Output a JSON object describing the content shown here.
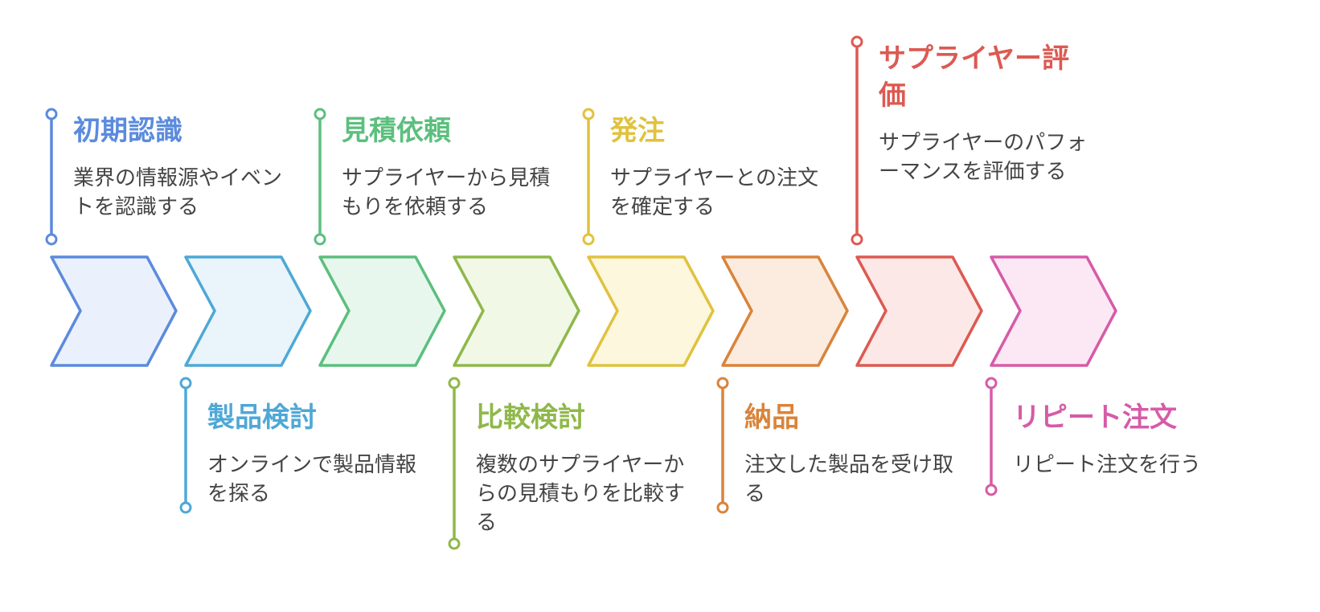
{
  "steps": [
    {
      "title": "初期認識",
      "description": "業界の情報源やイベントを認識する",
      "color": "#5b8bdd",
      "fill": "#ebf1fc",
      "side": "top"
    },
    {
      "title": "製品検討",
      "description": "オンラインで製品情報を探る",
      "color": "#4ea8d6",
      "fill": "#e9f4fb",
      "side": "bottom"
    },
    {
      "title": "見積依頼",
      "description": "サプライヤーから見積もりを依頼する",
      "color": "#5cbf7e",
      "fill": "#e8f7ed",
      "side": "top"
    },
    {
      "title": "比較検討",
      "description": "複数のサプライヤーからの見積もりを比較する",
      "color": "#8fb84a",
      "fill": "#f2f8e6",
      "side": "bottom"
    },
    {
      "title": "発注",
      "description": "サプライヤーとの注文を確定する",
      "color": "#e0c23e",
      "fill": "#fcf7dd",
      "side": "top"
    },
    {
      "title": "納品",
      "description": "注文した製品を受け取る",
      "color": "#d9843b",
      "fill": "#fcece0",
      "side": "bottom"
    },
    {
      "title": "サプライヤー評価",
      "description": "サプライヤーのパフォーマンスを評価する",
      "color": "#dc5a52",
      "fill": "#fce8e7",
      "side": "top"
    },
    {
      "title": "リピート注文",
      "description": "リピート注文を行う",
      "color": "#d65ba8",
      "fill": "#fbe8f4",
      "side": "bottom"
    }
  ]
}
